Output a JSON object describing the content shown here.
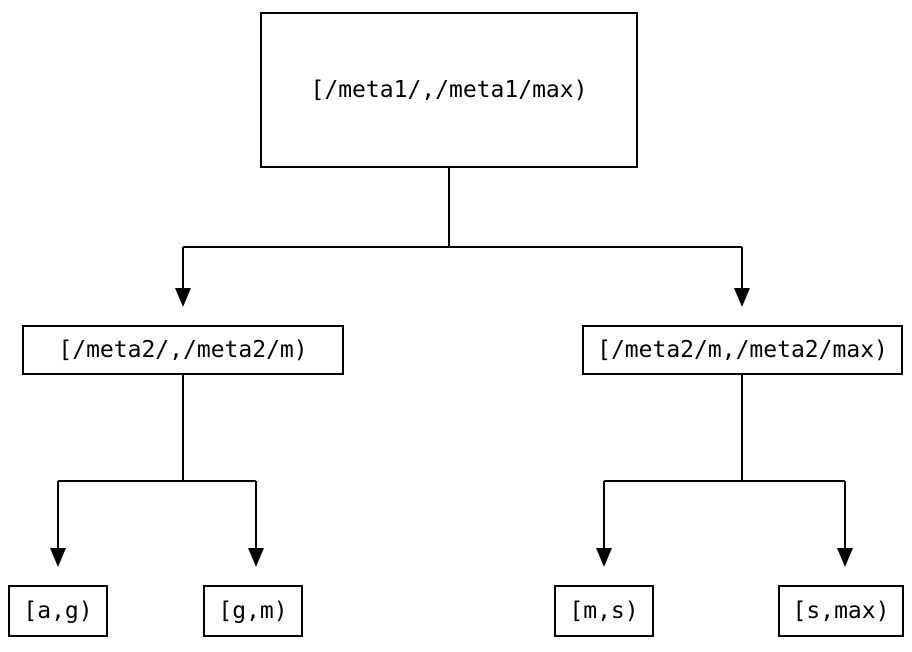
{
  "nodes": {
    "root": {
      "label": "[/meta1/,/meta1/max)"
    },
    "l2_left": {
      "label": "[/meta2/,/meta2/m)"
    },
    "l2_right": {
      "label": "[/meta2/m,/meta2/max)"
    },
    "leaf_ag": {
      "label": "[a,g)"
    },
    "leaf_gm": {
      "label": "[g,m)"
    },
    "leaf_ms": {
      "label": "[m,s)"
    },
    "leaf_smax": {
      "label": "[s,max)"
    }
  },
  "edges": [
    {
      "from": "root",
      "to": "l2_left"
    },
    {
      "from": "root",
      "to": "l2_right"
    },
    {
      "from": "l2_left",
      "to": "leaf_ag"
    },
    {
      "from": "l2_left",
      "to": "leaf_gm"
    },
    {
      "from": "l2_right",
      "to": "leaf_ms"
    },
    {
      "from": "l2_right",
      "to": "leaf_smax"
    }
  ],
  "colors": {
    "background": "#ffffff",
    "line": "#000000",
    "node_border": "#000000",
    "text": "#000000"
  }
}
